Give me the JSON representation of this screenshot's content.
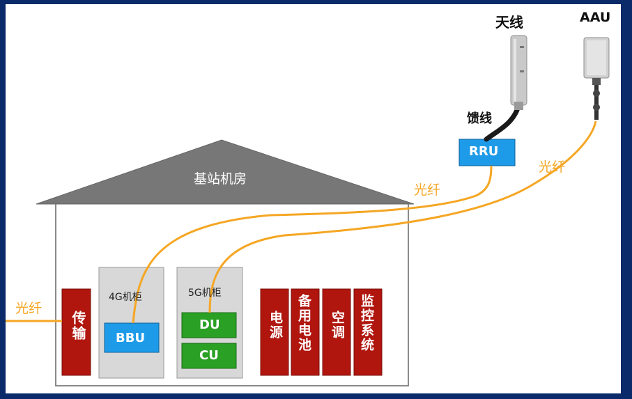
{
  "building": {
    "title": "基站机房"
  },
  "labels": {
    "tianxian": "天线",
    "aau": "AAU",
    "kuixian": "馈线",
    "rru": "RRU",
    "guangxian_rru": "光纤",
    "guangxian_aau": "光纤",
    "guangxian_left": "光纤",
    "cab4g": "4G机柜",
    "cab5g": "5G机柜",
    "bbu": "BBU",
    "du": "DU",
    "cu": "CU"
  },
  "vertical_labels": {
    "chuanshu": "传输",
    "dianyuan": "电源",
    "beiyong": "备用电池",
    "kongtiao": "空调",
    "jiankong": "监控系统"
  },
  "colors": {
    "fiber": "#f5a623",
    "red_box": "#b0160e",
    "blue_box": "#1e9be8",
    "green_box": "#2aa024",
    "roof": "#777777",
    "cabinet": "#d8d8d8"
  }
}
